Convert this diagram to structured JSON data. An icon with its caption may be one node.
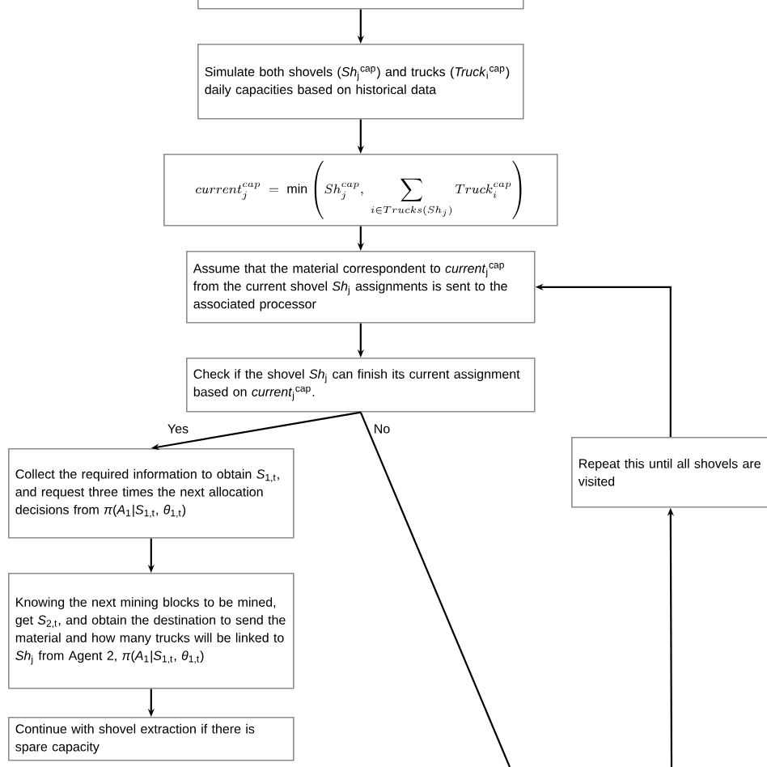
{
  "diagram": {
    "nodes": [
      {
        "text": [],
        "shape": "box"
      },
      {
        "text": [
          "Simulate both shovels (*Sh*$_{j}$$^{cap}$) and trucks (*Truck*$_{i}$$^{cap}$) daily capacities based on historical data"
        ]
      },
      {
        "text": [
          "current_j^{cap} = \\min\\left(Sh_j^{cap},\\ \\sum_{i\\in Trucks(Sh_j)} Truck_i^{cap}\\right)"
        ]
      },
      {
        "text": [
          "Assume that the material correspondent to *current*$_{j}$$^{cap}$ from the current shovel *Sh*$_{j}$ assignments is sent to the associated processor"
        ]
      },
      {
        "text": [
          "Check if the shovel *Sh*$_{j}$ can finish its current assignment based on *current*$_{j}$$^{cap}$."
        ]
      },
      {
        "text": [
          "Collect the required information to obtain *S*$_{1,t}$, and request three times the next allocation decisions from *π*(*A*$_{1}$|*S*$_{1,t}$, *θ*$_{1,t}$)"
        ]
      },
      {
        "text": [
          "Knowing the next mining blocks to be mined, get *S*$_{2,t}$, and obtain the destination to send the material and how many trucks will be linked to *Sh*$_{j}$ from Agent 2, *π*(*A*$_{1}$|*S*$_{1,t}$, *θ*$_{1,t}$)"
        ]
      },
      {
        "text": [
          "Continue with shovel extraction if there is spare capacity"
        ]
      },
      {
        "text": [
          "Repeat this until all shovels are visited"
        ]
      }
    ],
    "edges": [
      {
        "from": 0,
        "to": 1,
        "arrow": "to"
      },
      {
        "from": 1,
        "to": 2,
        "arrow": "to"
      },
      {
        "from": 2,
        "to": 3,
        "arrow": "to"
      },
      {
        "from": 3,
        "to": 4,
        "arrow": "to"
      },
      {
        "from": 4,
        "to": 5,
        "arrow": "to",
        "label": "Yes"
      },
      {
        "from": 4,
        "to": null,
        "arrow": "none",
        "label": "No"
      },
      {
        "from": 5,
        "to": 6,
        "arrow": "to"
      },
      {
        "from": 6,
        "to": 7,
        "arrow": "to"
      },
      {
        "from": null,
        "to": 8,
        "arrow": "to"
      },
      {
        "from": 8,
        "to": 3,
        "arrow": "to"
      }
    ]
  }
}
